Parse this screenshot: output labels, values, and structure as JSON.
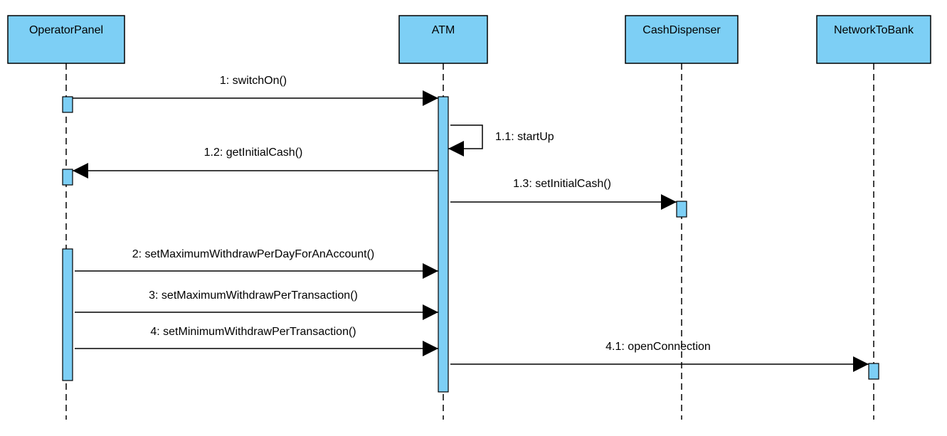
{
  "colors": {
    "participant_fill": "#7dcff5",
    "line": "#000000"
  },
  "participants": [
    {
      "id": "operator_panel",
      "label": "OperatorPanel"
    },
    {
      "id": "atm",
      "label": "ATM"
    },
    {
      "id": "cash_dispenser",
      "label": "CashDispenser"
    },
    {
      "id": "network_to_bank",
      "label": "NetworkToBank"
    }
  ],
  "messages": [
    {
      "id": "m1",
      "label": "1: switchOn()",
      "from": "operator_panel",
      "to": "atm"
    },
    {
      "id": "m1_1",
      "label": "1.1: startUp",
      "from": "atm",
      "to": "atm"
    },
    {
      "id": "m1_2",
      "label": "1.2: getInitialCash()",
      "from": "atm",
      "to": "operator_panel"
    },
    {
      "id": "m1_3",
      "label": "1.3: setInitialCash()",
      "from": "atm",
      "to": "cash_dispenser"
    },
    {
      "id": "m2",
      "label": "2: setMaximumWithdrawPerDayForAnAccount()",
      "from": "operator_panel",
      "to": "atm"
    },
    {
      "id": "m3",
      "label": "3: setMaximumWithdrawPerTransaction()",
      "from": "operator_panel",
      "to": "atm"
    },
    {
      "id": "m4",
      "label": "4: setMinimumWithdrawPerTransaction()",
      "from": "operator_panel",
      "to": "atm"
    },
    {
      "id": "m4_1",
      "label": "4.1: openConnection",
      "from": "atm",
      "to": "network_to_bank"
    }
  ]
}
